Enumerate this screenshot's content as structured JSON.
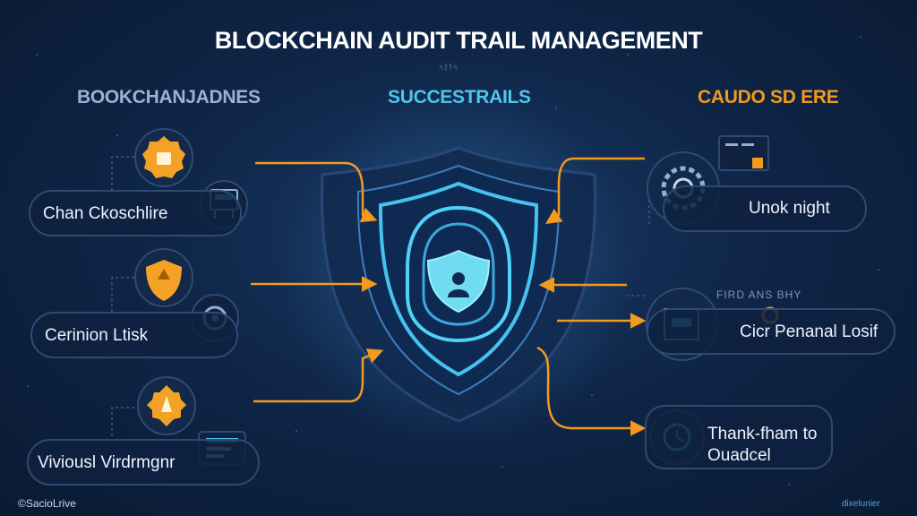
{
  "title": "BLOCKCHAIN AUDIT TRAIL MANAGEMENT",
  "subtitle": "ᛋᚱᚫᛋ",
  "columns": {
    "left": "BOOKCHANJADNES",
    "middle": "SUCCESTRAILS",
    "right": "CAUDO SD ERE"
  },
  "left_items": [
    {
      "label": "Chan Ckoschlire",
      "icon": "hand-coin-icon"
    },
    {
      "label": "Cerinion Ltisk",
      "icon": "shield-icon"
    },
    {
      "label": "Viviousl Virdrmgnr",
      "icon": "rocket-icon"
    }
  ],
  "right_items": [
    {
      "label": "Unok night",
      "icon": "gear-icon"
    },
    {
      "label": "Cicr Penanal Losif",
      "icon": "document-icon",
      "overlay": "FIRD ANS BHY"
    },
    {
      "label_line1": "Thank-fham to",
      "label_line2": "Ouadcel",
      "icon": "clock-icon"
    }
  ],
  "footer": {
    "left": "©SacioLrive",
    "right": "dixelunier"
  },
  "colors": {
    "accent_orange": "#f39a1e",
    "accent_cyan": "#4fc6ef",
    "background": "#0f2648"
  }
}
